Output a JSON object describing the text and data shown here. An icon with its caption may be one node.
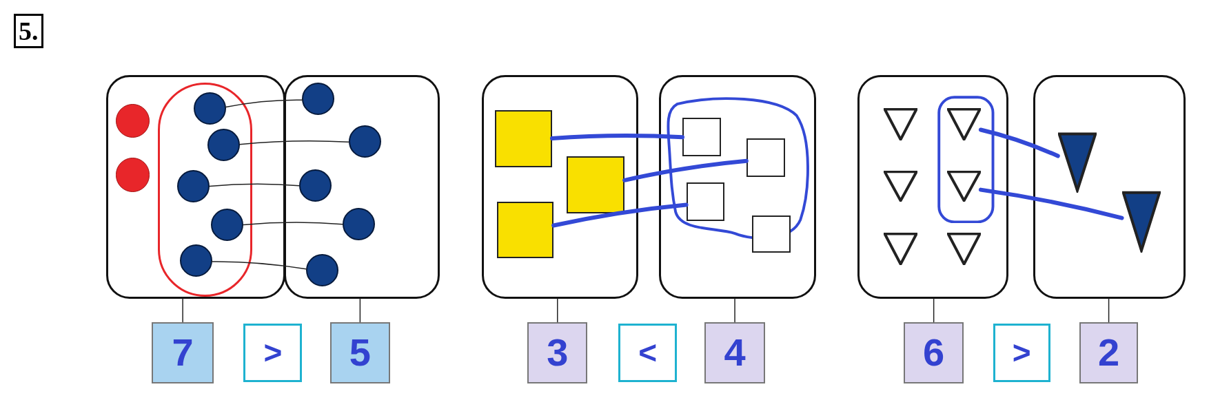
{
  "diagram": {
    "nodes": [
      {
        "text": [],
        "shape": "box"
      },
      {
        "text": [],
        "shape": "oval",
        "in": 0
      },
      {
        "text": [],
        "shape": "circle",
        "in": 0
      },
      {
        "text": [],
        "shape": "circle",
        "in": 0
      },
      {
        "text": [],
        "shape": "circle",
        "in": 1
      },
      {
        "text": [],
        "shape": "circle",
        "in": 1
      },
      {
        "text": [],
        "shape": "circle",
        "in": 1
      },
      {
        "text": [],
        "shape": "circle",
        "in": 1
      },
      {
        "text": [],
        "shape": "circle",
        "in": 1
      },
      {
        "text": [],
        "shape": "box"
      },
      {
        "text": [],
        "shape": "circle",
        "in": 9
      },
      {
        "text": [],
        "shape": "circle",
        "in": 9
      },
      {
        "text": [],
        "shape": "circle",
        "in": 9
      },
      {
        "text": [],
        "shape": "circle",
        "in": 9
      },
      {
        "text": [],
        "shape": "circle",
        "in": 9
      },
      {
        "text": [],
        "shape": "box"
      },
      {
        "text": [],
        "shape": "box",
        "in": 15
      },
      {
        "text": [],
        "shape": "box",
        "in": 15
      },
      {
        "text": [],
        "shape": "box",
        "in": 15
      },
      {
        "text": [],
        "shape": "box"
      },
      {
        "text": [],
        "shape": "loop",
        "in": 19
      },
      {
        "text": [],
        "shape": "box",
        "in": 20
      },
      {
        "text": [],
        "shape": "box",
        "in": 20
      },
      {
        "text": [],
        "shape": "box",
        "in": 20
      },
      {
        "text": [],
        "shape": "box",
        "in": 19
      },
      {
        "text": [],
        "shape": "box"
      },
      {
        "text": [],
        "shape": "loop",
        "in": 25
      },
      {
        "text": [],
        "shape": "triangle",
        "in": 26
      },
      {
        "text": [],
        "shape": "triangle",
        "in": 26
      },
      {
        "text": [],
        "shape": "triangle",
        "in": 25
      },
      {
        "text": [],
        "shape": "triangle",
        "in": 25
      },
      {
        "text": [],
        "shape": "triangle",
        "in": 25
      },
      {
        "text": [],
        "shape": "triangle",
        "in": 25
      },
      {
        "text": [],
        "shape": "box"
      },
      {
        "text": [],
        "shape": "triangle",
        "in": 33
      },
      {
        "text": [],
        "shape": "triangle",
        "in": 33
      },
      {
        "text": [
          "7"
        ]
      },
      {
        "text": [
          ">"
        ]
      },
      {
        "text": [
          "5"
        ]
      },
      {
        "text": [
          "3"
        ]
      },
      {
        "text": [
          "<"
        ]
      },
      {
        "text": [
          "4"
        ]
      },
      {
        "text": [
          "6"
        ]
      },
      {
        "text": [
          ">"
        ]
      },
      {
        "text": [
          "2"
        ]
      }
    ],
    "edges": [
      {
        "from": 4,
        "to": 10,
        "arrow": "none"
      },
      {
        "from": 5,
        "to": 11,
        "arrow": "none"
      },
      {
        "from": 6,
        "to": 12,
        "arrow": "none"
      },
      {
        "from": 7,
        "to": 13,
        "arrow": "none"
      },
      {
        "from": 8,
        "to": 14,
        "arrow": "none"
      },
      {
        "from": 16,
        "to": 21,
        "arrow": "none",
        "style": "thick",
        "color": "#3349d6"
      },
      {
        "from": 17,
        "to": 22,
        "arrow": "none",
        "style": "thick",
        "color": "#3349d6"
      },
      {
        "from": 18,
        "to": 23,
        "arrow": "none",
        "style": "thick",
        "color": "#3349d6"
      },
      {
        "from": 27,
        "to": 34,
        "arrow": "none",
        "style": "thick",
        "color": "#3349d6"
      },
      {
        "from": 28,
        "to": 35,
        "arrow": "none",
        "style": "thick",
        "color": "#3349d6"
      },
      {
        "from": 0,
        "to": 36,
        "arrow": "none"
      },
      {
        "from": 9,
        "to": 38,
        "arrow": "none"
      },
      {
        "from": 15,
        "to": 39,
        "arrow": "none"
      },
      {
        "from": 19,
        "to": 41,
        "arrow": "none"
      },
      {
        "from": 25,
        "to": 42,
        "arrow": "none"
      },
      {
        "from": 33,
        "to": 44,
        "arrow": "none"
      }
    ],
    "labels": [
      "5."
    ]
  }
}
